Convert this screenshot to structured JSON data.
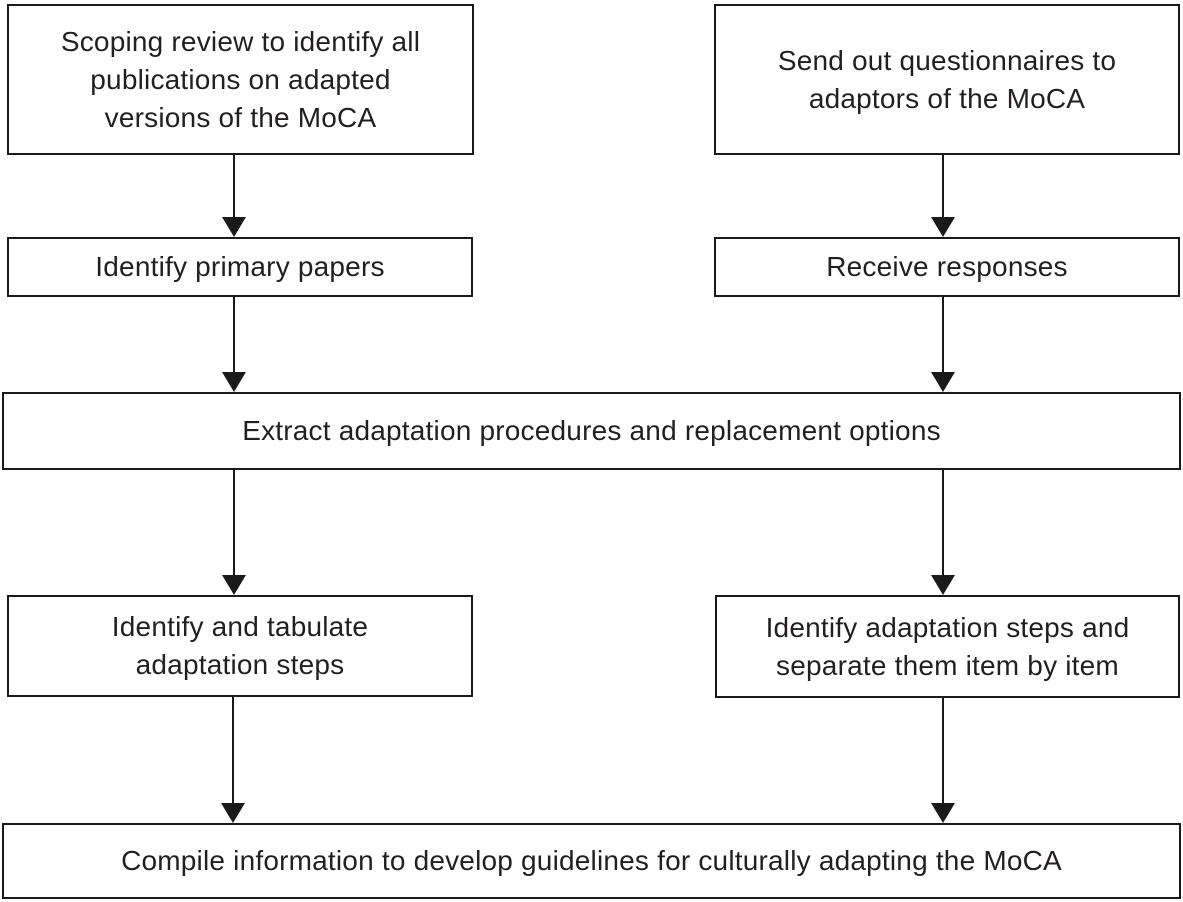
{
  "diagram": {
    "type": "flowchart",
    "background_color": "#ffffff",
    "border_color": "#1a1a1a",
    "text_color": "#231f20",
    "nodes": [
      {
        "id": "scoping-review",
        "label": "Scoping review to identify all\npublications on adapted\nversions of the MoCA"
      },
      {
        "id": "send-questionnaires",
        "label": "Send out questionnaires to\nadaptors of the MoCA"
      },
      {
        "id": "identify-primary-papers",
        "label": "Identify primary papers"
      },
      {
        "id": "receive-responses",
        "label": "Receive responses"
      },
      {
        "id": "extract-procedures",
        "label": "Extract adaptation procedures and replacement options"
      },
      {
        "id": "identify-tabulate",
        "label": "Identify and tabulate\nadaptation steps"
      },
      {
        "id": "identify-separate",
        "label": "Identify adaptation steps and\nseparate them item by item"
      },
      {
        "id": "compile-guidelines",
        "label": "Compile information to develop guidelines for culturally adapting the MoCA"
      }
    ],
    "edges": [
      {
        "from": "scoping-review",
        "to": "identify-primary-papers"
      },
      {
        "from": "send-questionnaires",
        "to": "receive-responses"
      },
      {
        "from": "identify-primary-papers",
        "to": "extract-procedures"
      },
      {
        "from": "receive-responses",
        "to": "extract-procedures"
      },
      {
        "from": "extract-procedures",
        "to": "identify-tabulate"
      },
      {
        "from": "extract-procedures",
        "to": "identify-separate"
      },
      {
        "from": "identify-tabulate",
        "to": "compile-guidelines"
      },
      {
        "from": "identify-separate",
        "to": "compile-guidelines"
      }
    ]
  }
}
